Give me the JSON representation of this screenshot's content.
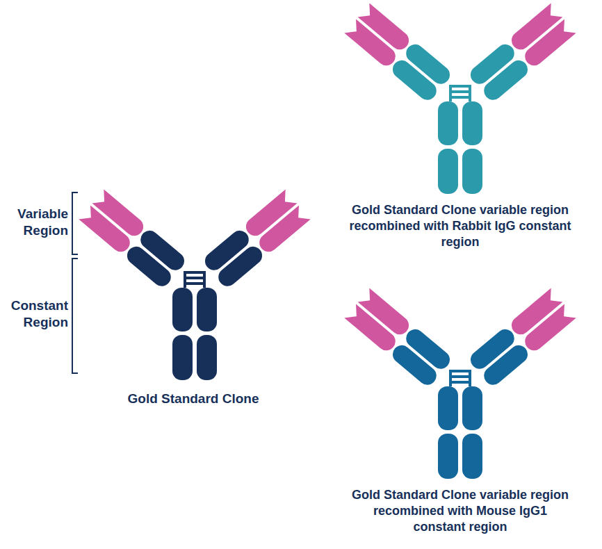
{
  "diagram": {
    "labels": [
      "Variable Region",
      "Constant Region",
      "Gold Standard Clone",
      "Gold Standard Clone variable region recombined with Rabbit IgG constant region",
      "Gold Standard Clone variable region recombined with Mouse IgG1 constant region"
    ]
  }
}
